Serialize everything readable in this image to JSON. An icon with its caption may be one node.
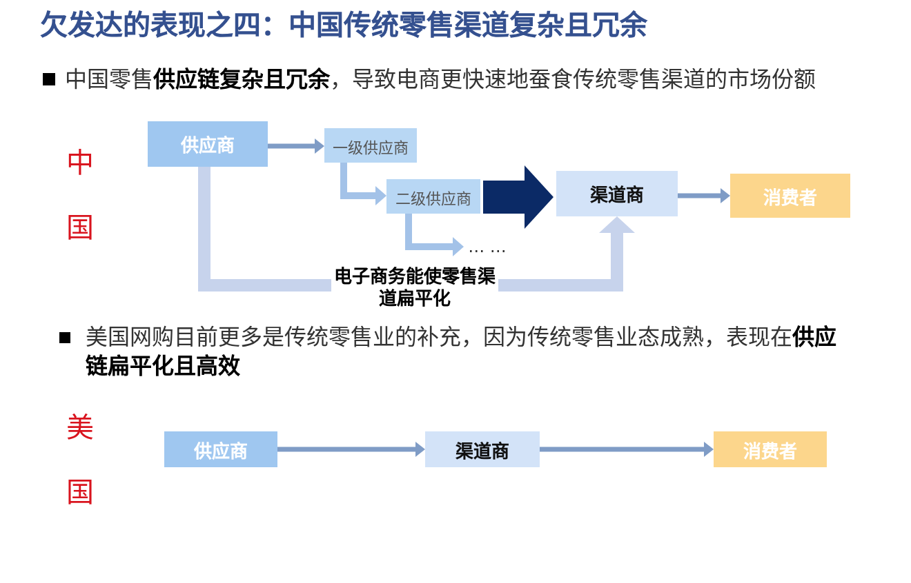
{
  "diagram": {
    "title": "欠发达的表现之四：中国传统零售渠道复杂且冗余",
    "nodes": [
      {
        "text": [
          "供应商"
        ]
      },
      {
        "text": [
          "一级供应商"
        ]
      },
      {
        "text": [
          "二级供应商"
        ]
      },
      {
        "text": [
          "… …"
        ]
      },
      {
        "text": [
          "渠道商"
        ]
      },
      {
        "text": [
          "消费者"
        ]
      },
      {
        "text": [
          "供应商"
        ]
      },
      {
        "text": [
          "渠道商"
        ]
      },
      {
        "text": [
          "消费者"
        ]
      }
    ],
    "edges": [
      {
        "from": 0,
        "to": 1,
        "arrow": "to"
      },
      {
        "from": 1,
        "to": 2,
        "arrow": "to",
        "color": "#a3c2e8"
      },
      {
        "from": 2,
        "to": 3,
        "arrow": "to",
        "color": "#a3c2e8"
      },
      {
        "from": 2,
        "to": 4,
        "arrow": "to",
        "style": "thick",
        "color": "#0b2a66"
      },
      {
        "from": 0,
        "to": 4,
        "arrow": "to",
        "label": "电子商务能使零售渠道扁平化",
        "style": "thick",
        "color": "#c7d3ec"
      },
      {
        "from": 4,
        "to": 5,
        "arrow": "to"
      },
      {
        "from": 6,
        "to": 7,
        "arrow": "to"
      },
      {
        "from": 7,
        "to": 8,
        "arrow": "to"
      }
    ],
    "labels": [
      "中国零售**供应链复杂且冗余**，导致电商更快速地蚕食传统零售渠道的市场份额",
      "中国",
      "美国网购目前更多是传统零售业的补充，因为传统零售业态成熟，表现在**供应链扁平化且高效**",
      "美国"
    ]
  }
}
